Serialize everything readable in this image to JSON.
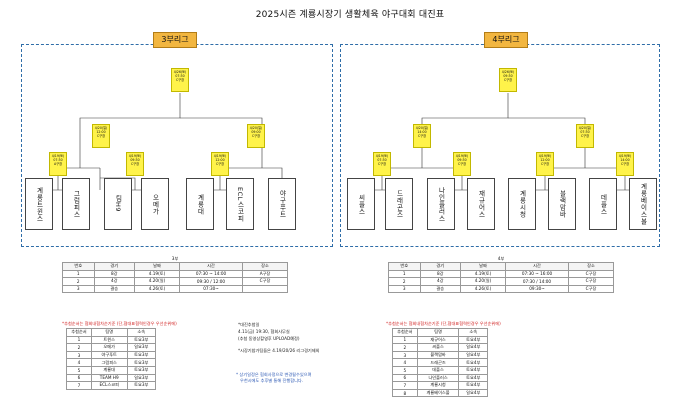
{
  "title": "2025시즌 계룡시장기 생활체육 야구대회 대진표",
  "left": {
    "tag": "3부리그",
    "final": {
      "date": "4/26(토)",
      "time": "07:30",
      "field": "C구장"
    },
    "semi": [
      {
        "date": "4/20(일)",
        "time": "12:00",
        "field": "C구장"
      },
      {
        "date": "4/20(일)",
        "time": "09:00",
        "field": "C구장"
      }
    ],
    "qf": [
      {
        "date": "4/19(토)",
        "time": "07:30",
        "field": "A구장"
      },
      {
        "date": "4/19(토)",
        "time": "09:30",
        "field": "C구장"
      },
      {
        "date": "4/19(토)",
        "time": "12:00",
        "field": "C구장"
      }
    ],
    "teams": [
      "계룡트윈스",
      "그럼피스",
      "팀H9",
      "오메가",
      "계룡대",
      "ECL스코피",
      "야구푸트"
    ],
    "schedule": {
      "caption": "3부",
      "headers": [
        "번호",
        "경기",
        "날짜",
        "시간",
        "장소"
      ],
      "rows": [
        [
          "1",
          "8강",
          "4.19(토)",
          "07:30 ~ 14:00",
          "A구장"
        ],
        [
          "2",
          "4강",
          "4.20(일)",
          "09:30 / 12:00",
          "C구장"
        ],
        [
          "3",
          "결승",
          "4.26(토)",
          "07:30~",
          ""
        ]
      ]
    },
    "rank_note": "*추첨순서는 협회내협차순기준 (단,협대표협력인경우 우선순위에)",
    "rank_headers": [
      "추첨순서",
      "팀명",
      "소속"
    ],
    "rank_rows": [
      [
        "1",
        "트윈스",
        "토요3부"
      ],
      [
        "2",
        "오메가",
        "일요3부"
      ],
      [
        "3",
        "야구푸트",
        "토요3부"
      ],
      [
        "4",
        "그럼피스",
        "토요3부"
      ],
      [
        "5",
        "계룡대",
        "토요3부"
      ],
      [
        "6",
        "TEAM H9",
        "일요3부"
      ],
      [
        "7",
        "ECL스코피",
        "토요3부"
      ]
    ]
  },
  "right": {
    "tag": "4부리그",
    "final": {
      "date": "4/26(토)",
      "time": "09:30",
      "field": "C구장"
    },
    "semi": [
      {
        "date": "4/20(일)",
        "time": "14:00",
        "field": "C구장"
      },
      {
        "date": "4/20(일)",
        "time": "07:30",
        "field": "C구장"
      }
    ],
    "qf": [
      {
        "date": "4/19(토)",
        "time": "07:30",
        "field": "C구장"
      },
      {
        "date": "4/19(토)",
        "time": "09:30",
        "field": "C구장"
      },
      {
        "date": "4/19(토)",
        "time": "12:00",
        "field": "C구장"
      },
      {
        "date": "4/19(토)",
        "time": "14:00",
        "field": "C구장"
      }
    ],
    "teams": [
      "씨플스",
      "드래곤즈",
      "나인플러스",
      "재규어스",
      "계룡시청",
      "블랙맘바",
      "데플스",
      "계룡베이스볼"
    ],
    "schedule": {
      "caption": "4부",
      "headers": [
        "번호",
        "경기",
        "날짜",
        "시간",
        "장소"
      ],
      "rows": [
        [
          "1",
          "8강",
          "4.19(토)",
          "07:30 ~ 16:00",
          "C구장"
        ],
        [
          "2",
          "4강",
          "4.20(일)",
          "07:30 / 14:00",
          "C구장"
        ],
        [
          "3",
          "결승",
          "4.26(토)",
          "09:30~",
          "C구장"
        ]
      ]
    },
    "rank_note": "*추첨순서는 협회내협차순기준 (단,협대표협력인경우 우선순위에)",
    "rank_headers": [
      "추첨순서",
      "팀명",
      "소속"
    ],
    "rank_rows": [
      [
        "1",
        "재규어스",
        "토요4부"
      ],
      [
        "2",
        "씨플스",
        "일요4부"
      ],
      [
        "3",
        "블랙맘바",
        "일요4부"
      ],
      [
        "4",
        "드래곤즈",
        "토요4부"
      ],
      [
        "5",
        "데플스",
        "토요4부"
      ],
      [
        "6",
        "나인플러스",
        "토요4부"
      ],
      [
        "7",
        "계룡시청",
        "토요4부"
      ],
      [
        "8",
        "계룡베이스볼",
        "일요4부"
      ]
    ]
  },
  "notes": {
    "draw_title": "*대진추첨일",
    "draw_detail": "4.11(금) 19:30, 협회사무실",
    "draw_detail2": "(추첨 동영상촬영후 UPLOAD예정)",
    "exclude": "*시장기참가팀들은 4.19/20/26 리그경기제외",
    "blue1": "* 상기일정은 협회사정으로 변경될수있으며",
    "blue2": "우천시에도 추후별 통해 진행합니다."
  }
}
